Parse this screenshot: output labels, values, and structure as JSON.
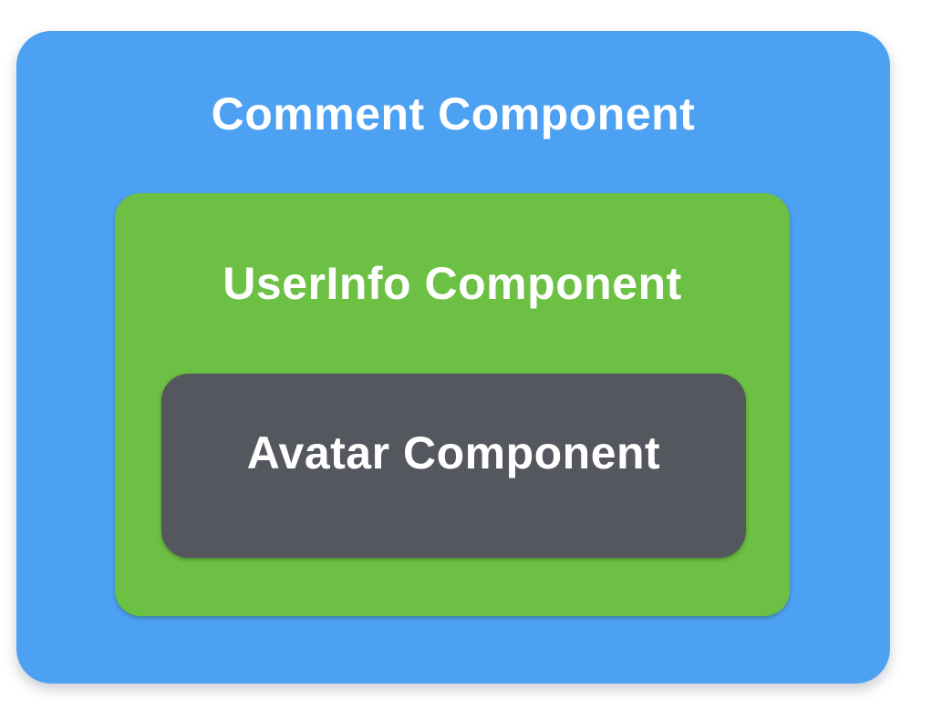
{
  "page": {
    "background_color": "#ffffff"
  },
  "diagram": {
    "kind": "nested-component-hierarchy",
    "boxes": [
      {
        "id": "comment",
        "label": "Comment Component",
        "bg": "#4da1f2",
        "text_color": "#ffffff"
      },
      {
        "id": "userinfo",
        "label": "UserInfo Component",
        "bg": "#6cc044",
        "text_color": "#ffffff"
      },
      {
        "id": "avatar",
        "label": "Avatar Component",
        "bg": "#54575d",
        "text_color": "#ffffff"
      }
    ]
  }
}
